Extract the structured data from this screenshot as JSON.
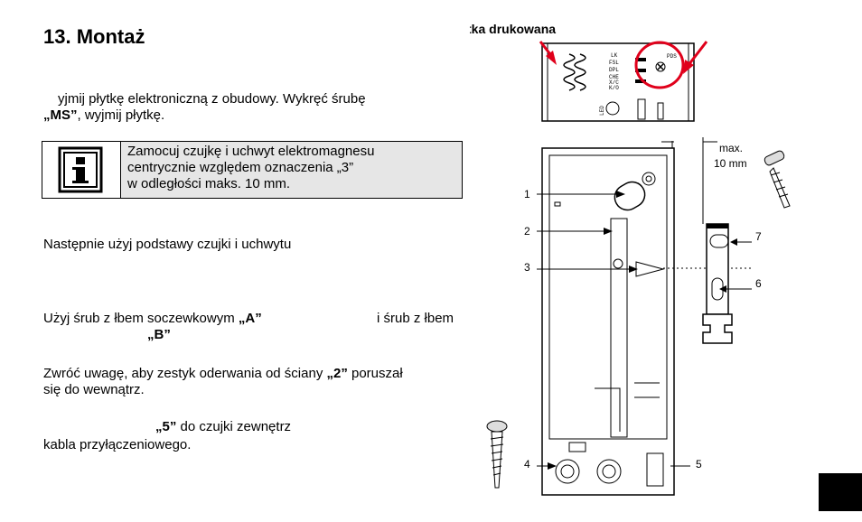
{
  "section": {
    "title": "13. Montaż"
  },
  "paragraph1": {
    "text": "yjmij płytkę elektroniczną z obudowy. Wykręć śrubę",
    "bold": "„MS”",
    "rest": ", wyjmij płytkę."
  },
  "info_box": {
    "icon": "info-icon",
    "line1": "Zamocuj czujkę i uchwyt elektromagnesu",
    "line2": "centrycznie względem oznaczenia „3”",
    "line3": "w odległości maks. 10 mm."
  },
  "paragraph2": {
    "text": "Następnie użyj podstawy czujki i uchwytu"
  },
  "paragraph3": {
    "text_a": "Użyj śrub z łbem soczewkowym ",
    "bold_a": "„A”",
    "text_b": "i śrub z łbem",
    "bold_b": "„B”"
  },
  "paragraph4": {
    "text": "Zwróć uwagę, aby zestyk oderwania od ściany ",
    "bold": "„2”",
    "rest": " poruszał",
    "line2": "się do wewnątrz."
  },
  "paragraph5": {
    "bold": "„5”",
    "text": " do czujki zewnętrz",
    "line2": "kabla przyłączeniowego."
  },
  "diagram": {
    "pcb_label": "Płytka drukowana",
    "pcb_texts": [
      "LK",
      "FSL",
      "DPL",
      "CHE",
      "X/C",
      "K/O",
      "PDS",
      "LED"
    ],
    "max_label": "max.",
    "max_value": "10 mm",
    "callouts": [
      "1",
      "2",
      "3",
      "4",
      "5",
      "6",
      "7"
    ],
    "accent_color": "#e0001b"
  }
}
